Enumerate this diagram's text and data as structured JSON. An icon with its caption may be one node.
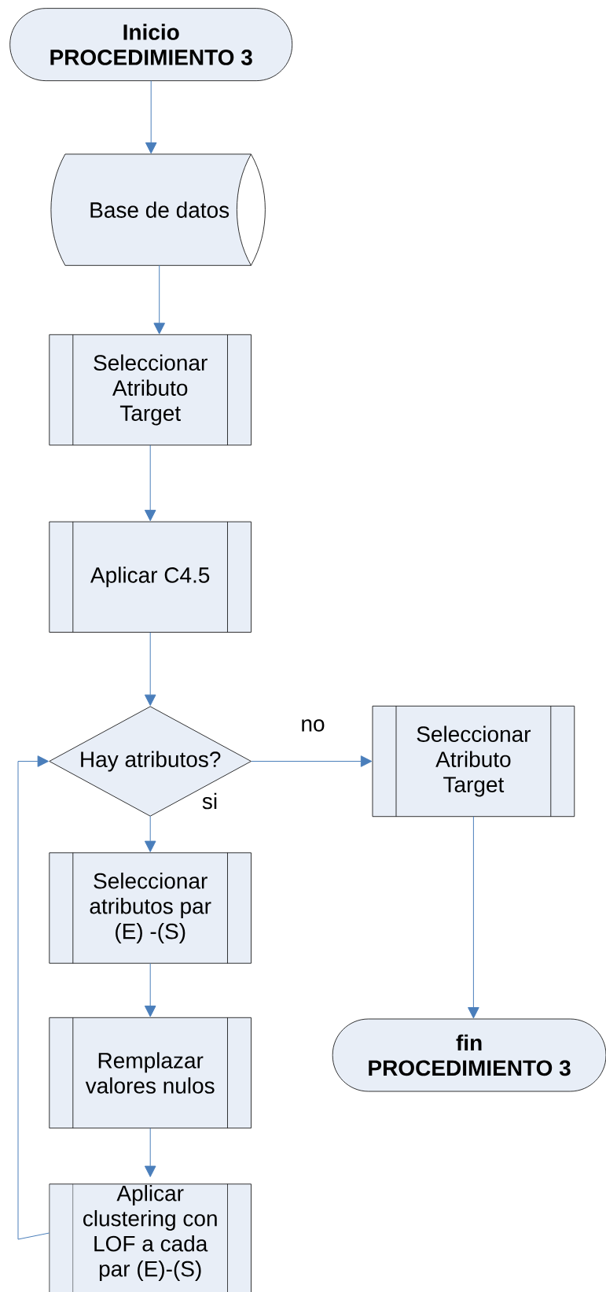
{
  "diagram": {
    "nodes": [
      {
        "text": [
          "Inicio PROCEDIMIENTO 3"
        ]
      },
      {
        "text": [
          "Base de datos"
        ]
      },
      {
        "text": [
          "Seleccionar Atributo Target"
        ]
      },
      {
        "text": [
          "Aplicar C4.5"
        ]
      },
      {
        "text": [
          "Hay atributos?"
        ]
      },
      {
        "text": [
          "Seleccionar Atributo Target"
        ]
      },
      {
        "text": [
          "Seleccionar atributos par (E) -(S)"
        ]
      },
      {
        "text": [
          "Remplazar valores nulos"
        ]
      },
      {
        "text": [
          "Aplicar clustering con LOF a cada par (E)-(S)"
        ]
      },
      {
        "text": [
          "fin PROCEDIMIENTO 3"
        ]
      }
    ],
    "edges": [
      {
        "from": 0,
        "to": 1,
        "arrow": "to"
      },
      {
        "from": 1,
        "to": 2,
        "arrow": "to"
      },
      {
        "from": 2,
        "to": 3,
        "arrow": "to"
      },
      {
        "from": 3,
        "to": 4,
        "arrow": "to"
      },
      {
        "from": 4,
        "to": 5,
        "arrow": "to",
        "label": "no"
      },
      {
        "from": 4,
        "to": 6,
        "arrow": "to",
        "label": "si"
      },
      {
        "from": 6,
        "to": 7,
        "arrow": "to"
      },
      {
        "from": 7,
        "to": 8,
        "arrow": "to"
      },
      {
        "from": 8,
        "to": 4,
        "arrow": "to"
      },
      {
        "from": 5,
        "to": 9,
        "arrow": "to"
      }
    ]
  }
}
